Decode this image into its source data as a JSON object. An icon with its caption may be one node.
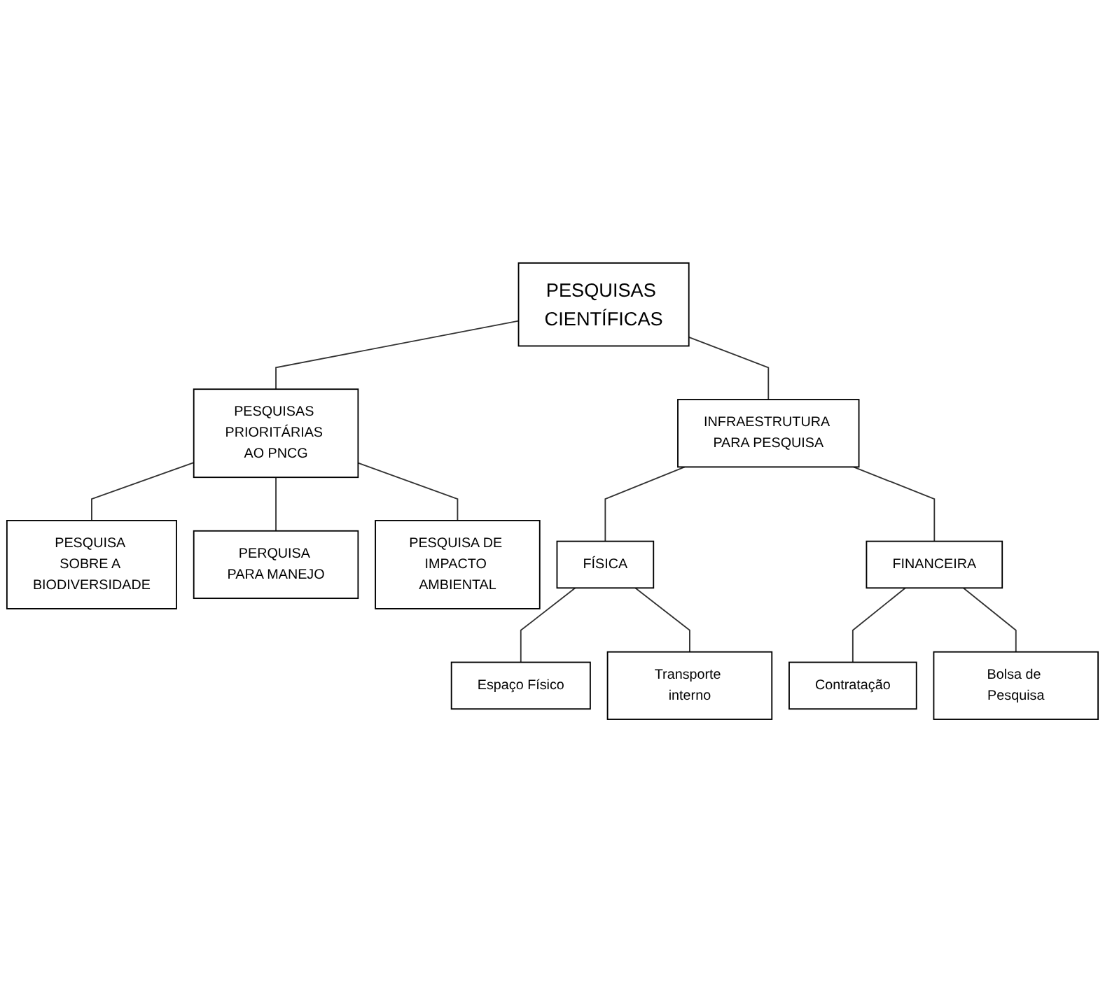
{
  "diagram": {
    "nodes": [
      {
        "text": [
          "PESQUISAS CIENTÍFICAS"
        ]
      },
      {
        "text": [
          "PESQUISAS PRIORITÁRIAS AO PNCG"
        ]
      },
      {
        "text": [
          "INFRAESTRUTURA PARA PESQUISA"
        ]
      },
      {
        "text": [
          "PESQUISA SOBRE A BIODIVERSIDADE"
        ]
      },
      {
        "text": [
          "PERQUISA PARA MANEJO"
        ]
      },
      {
        "text": [
          "PESQUISA DE IMPACTO AMBIENTAL"
        ]
      },
      {
        "text": [
          "FÍSICA"
        ]
      },
      {
        "text": [
          "FINANCEIRA"
        ]
      },
      {
        "text": [
          "Espaço Físico"
        ]
      },
      {
        "text": [
          "Transporte interno"
        ]
      },
      {
        "text": [
          "Contratação"
        ]
      },
      {
        "text": [
          "Bolsa de Pesquisa"
        ]
      }
    ],
    "edges": [
      {
        "from": 0,
        "to": 1,
        "arrow": "none"
      },
      {
        "from": 0,
        "to": 2,
        "arrow": "none"
      },
      {
        "from": 1,
        "to": 3,
        "arrow": "none"
      },
      {
        "from": 1,
        "to": 4,
        "arrow": "none"
      },
      {
        "from": 1,
        "to": 5,
        "arrow": "none"
      },
      {
        "from": 2,
        "to": 6,
        "arrow": "none"
      },
      {
        "from": 2,
        "to": 7,
        "arrow": "none"
      },
      {
        "from": 6,
        "to": 8,
        "arrow": "none"
      },
      {
        "from": 6,
        "to": 9,
        "arrow": "none"
      },
      {
        "from": 7,
        "to": 10,
        "arrow": "none"
      },
      {
        "from": 7,
        "to": 11,
        "arrow": "none"
      }
    ]
  }
}
